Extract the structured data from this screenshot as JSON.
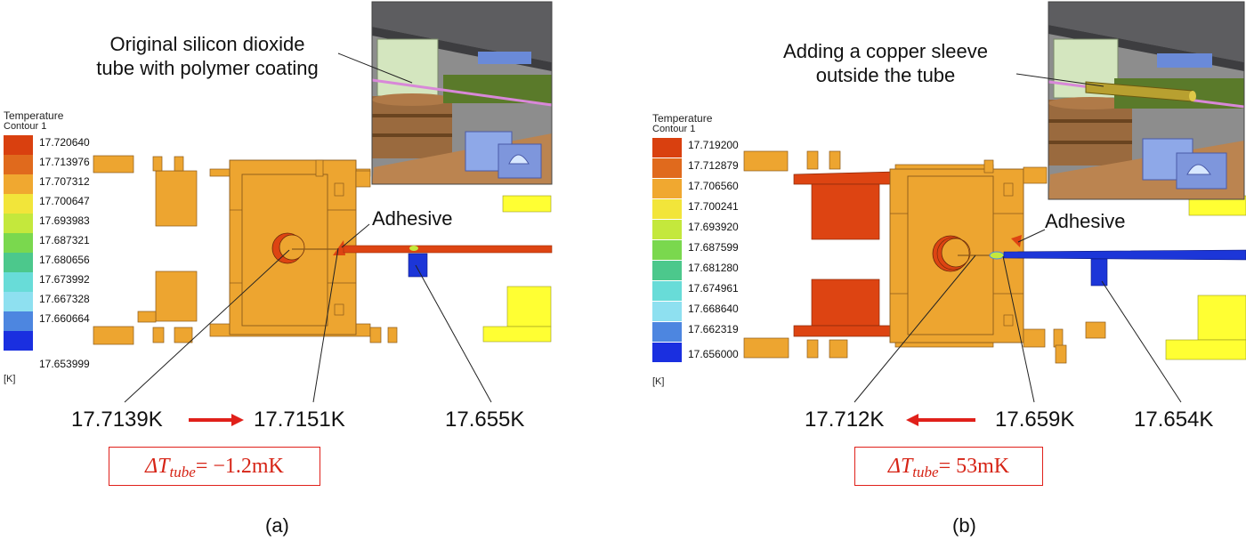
{
  "panels": [
    {
      "id": "a",
      "caption": "(a)",
      "legend": {
        "title": "Temperature",
        "subtitle": "Contour 1",
        "unit": "[K]",
        "levels": [
          "17.720640",
          "17.713976",
          "17.707312",
          "17.700647",
          "17.693983",
          "17.687321",
          "17.680656",
          "17.673992",
          "17.667328",
          "17.660664",
          "17.653999"
        ]
      },
      "inset_label_line1": "Original silicon dioxide",
      "inset_label_line2": "tube with polymer coating",
      "adhesive_label": "Adhesive",
      "values": [
        "17.7139K",
        "17.7151K",
        "17.655K"
      ],
      "delta_symbol": "ΔT",
      "delta_sub": "tube",
      "delta_value": "= −1.2mK"
    },
    {
      "id": "b",
      "caption": "(b)",
      "legend": {
        "title": "Temperature",
        "subtitle": "Contour 1",
        "unit": "[K]",
        "levels": [
          "17.719200",
          "17.712879",
          "17.706560",
          "17.700241",
          "17.693920",
          "17.687599",
          "17.681280",
          "17.674961",
          "17.668640",
          "17.662319",
          "17.656000"
        ]
      },
      "inset_label_line1": "Adding a copper sleeve",
      "inset_label_line2": "outside the tube",
      "adhesive_label": "Adhesive",
      "values": [
        "17.712K",
        "17.659K",
        "17.654K"
      ],
      "delta_symbol": "ΔT",
      "delta_sub": "tube",
      "delta_value": "= 53mK"
    }
  ],
  "colors": {
    "scale": [
      "#d9400f",
      "#e06a1d",
      "#f0a830",
      "#f2e53a",
      "#c4e83c",
      "#7ad84e",
      "#4cc88c",
      "#68dcd8",
      "#8ee0f0",
      "#4d86e0",
      "#1a2fe0"
    ],
    "orange_body": "#eda530",
    "red_hot": "#dd4412",
    "blue_cold": "#1c36d8",
    "yellow": "#ffff33",
    "arrow_red": "#e0201a"
  }
}
